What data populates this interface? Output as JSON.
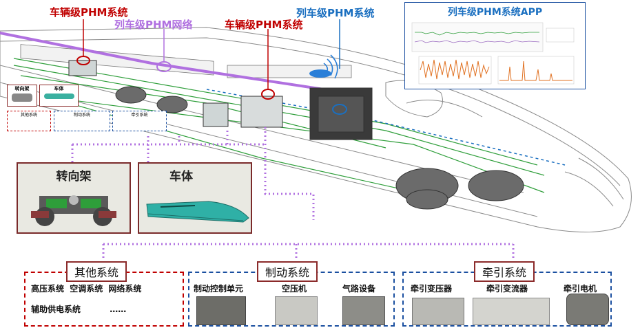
{
  "callouts": {
    "vehicle_phm_left": "车辆级PHM系统",
    "train_phm_network": "列车级PHM网络",
    "vehicle_phm_mid": "车辆级PHM系统",
    "train_phm_system": "列车级PHM系统"
  },
  "app_panel": {
    "title": "列车级PHM系统APP"
  },
  "photo_panels": {
    "bogie": "转向架",
    "body": "车体"
  },
  "mini_panel": {
    "bogie": "转向架",
    "body": "车体",
    "other": "其他系统",
    "brake": "制动系统",
    "traction": "牵引系统"
  },
  "systems": {
    "other": {
      "title": "其他系统",
      "row1": [
        "高压系统",
        "空调系统",
        "网络系统"
      ],
      "row2": [
        "辅助供电系统",
        "……"
      ]
    },
    "brake": {
      "title": "制动系统",
      "items": [
        "制动控制单元",
        "空压机",
        "气路设备"
      ]
    },
    "traction": {
      "title": "牵引系统",
      "items": [
        "牵引变压器",
        "牵引变流器",
        "牵引电机"
      ]
    }
  },
  "colors": {
    "red_callout": "#c00000",
    "purple_network": "#b070e0",
    "blue_train": "#1a6fc0",
    "green_wiring": "#2e9e3a",
    "panel_border": "#8b2a2a",
    "system_border": "#1a4fa0"
  }
}
